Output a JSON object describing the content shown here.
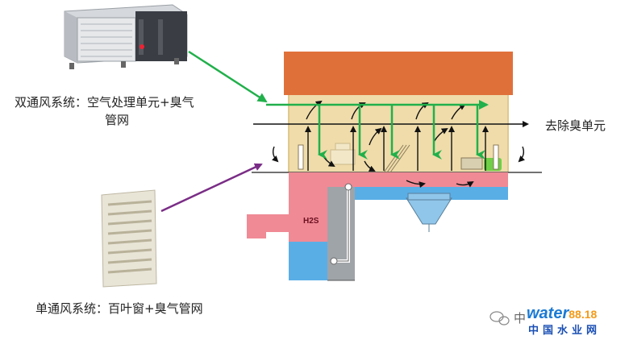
{
  "labels": {
    "dual_system_line1": "双通风系统：空气处理单元+臭气",
    "dual_system_line2": "管网",
    "single_system": "单通风系统：百叶窗+臭气管网",
    "odor_removal_unit": "去除臭单元",
    "h2s": "H2S"
  },
  "watermark": {
    "wechat_text": "中",
    "brand_water": "water",
    "brand_num": "88.18",
    "brand_cn": "中国水业网"
  },
  "colors": {
    "roof": "#e0703a",
    "building": "#efdcaa",
    "channel_pink": "#f08a95",
    "water_blue": "#5aaee6",
    "green_arrow": "#21b04b",
    "purple_arrow": "#7a2d86",
    "black": "#111111"
  }
}
